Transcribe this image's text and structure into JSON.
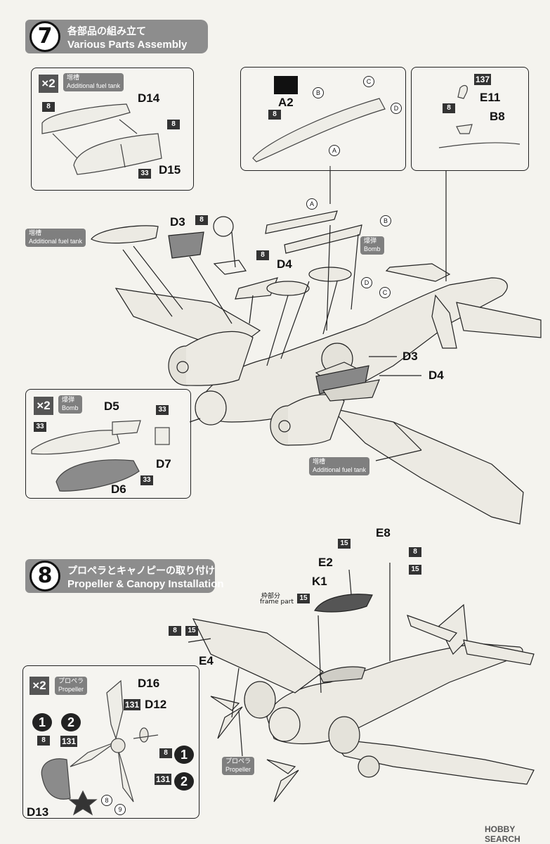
{
  "step7": {
    "number": "7",
    "title_jp": "各部品の組み立て",
    "title_en": "Various Parts Assembly"
  },
  "step8": {
    "number": "8",
    "title_jp": "プロペラとキャノピーの取り付け",
    "title_en": "Propeller & Canopy Installation"
  },
  "labels": {
    "x2": "×2",
    "fuel_tank_jp": "増槽",
    "fuel_tank_en": "Additional fuel tank",
    "bomb_jp": "爆弾",
    "bomb_en": "Bomb",
    "propeller_jp": "プロペラ",
    "propeller_en": "Propeller",
    "frame_jp": "枠部分",
    "frame_en": "frame part"
  },
  "parts": {
    "D14": "D14",
    "D15": "D15",
    "A2": "A2",
    "E11": "E11",
    "B8": "B8",
    "D3": "D3",
    "D4": "D4",
    "D5": "D5",
    "D6": "D6",
    "D7": "D7",
    "E8": "E8",
    "E2": "E2",
    "K1": "K1",
    "E4": "E4",
    "D16": "D16",
    "D12": "D12",
    "D13": "D13"
  },
  "color_numbers": {
    "c8": "8",
    "c15": "15",
    "c33": "33",
    "c131": "131",
    "c137": "137"
  },
  "refs": {
    "A": "A",
    "B": "B",
    "C": "C",
    "D": "D",
    "r8": "8",
    "r9": "9"
  },
  "options": {
    "o1": "1",
    "o2": "2"
  },
  "watermark": "HOBBY SEARCH",
  "colors": {
    "header_gray": "#8d8d8d",
    "tag_gray": "#7f7f7f",
    "ink": "#111111"
  }
}
